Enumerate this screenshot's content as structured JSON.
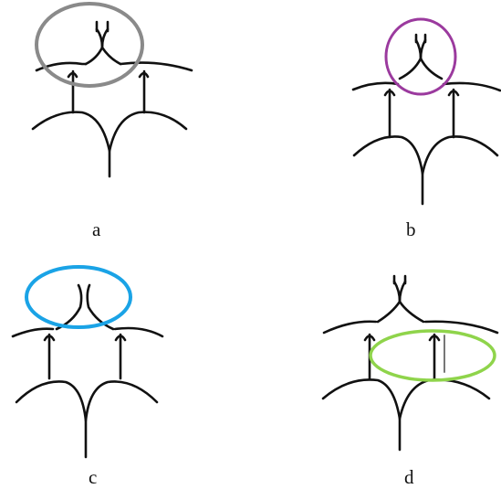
{
  "panels": [
    {
      "label": "a",
      "highlight_color": "#8a8a8a"
    },
    {
      "label": "b",
      "highlight_color": "#9b3a9e"
    },
    {
      "label": "c",
      "highlight_color": "#1aa3e6"
    },
    {
      "label": "d",
      "highlight_color": "#8fd44b"
    }
  ],
  "stroke_color": "#111111"
}
